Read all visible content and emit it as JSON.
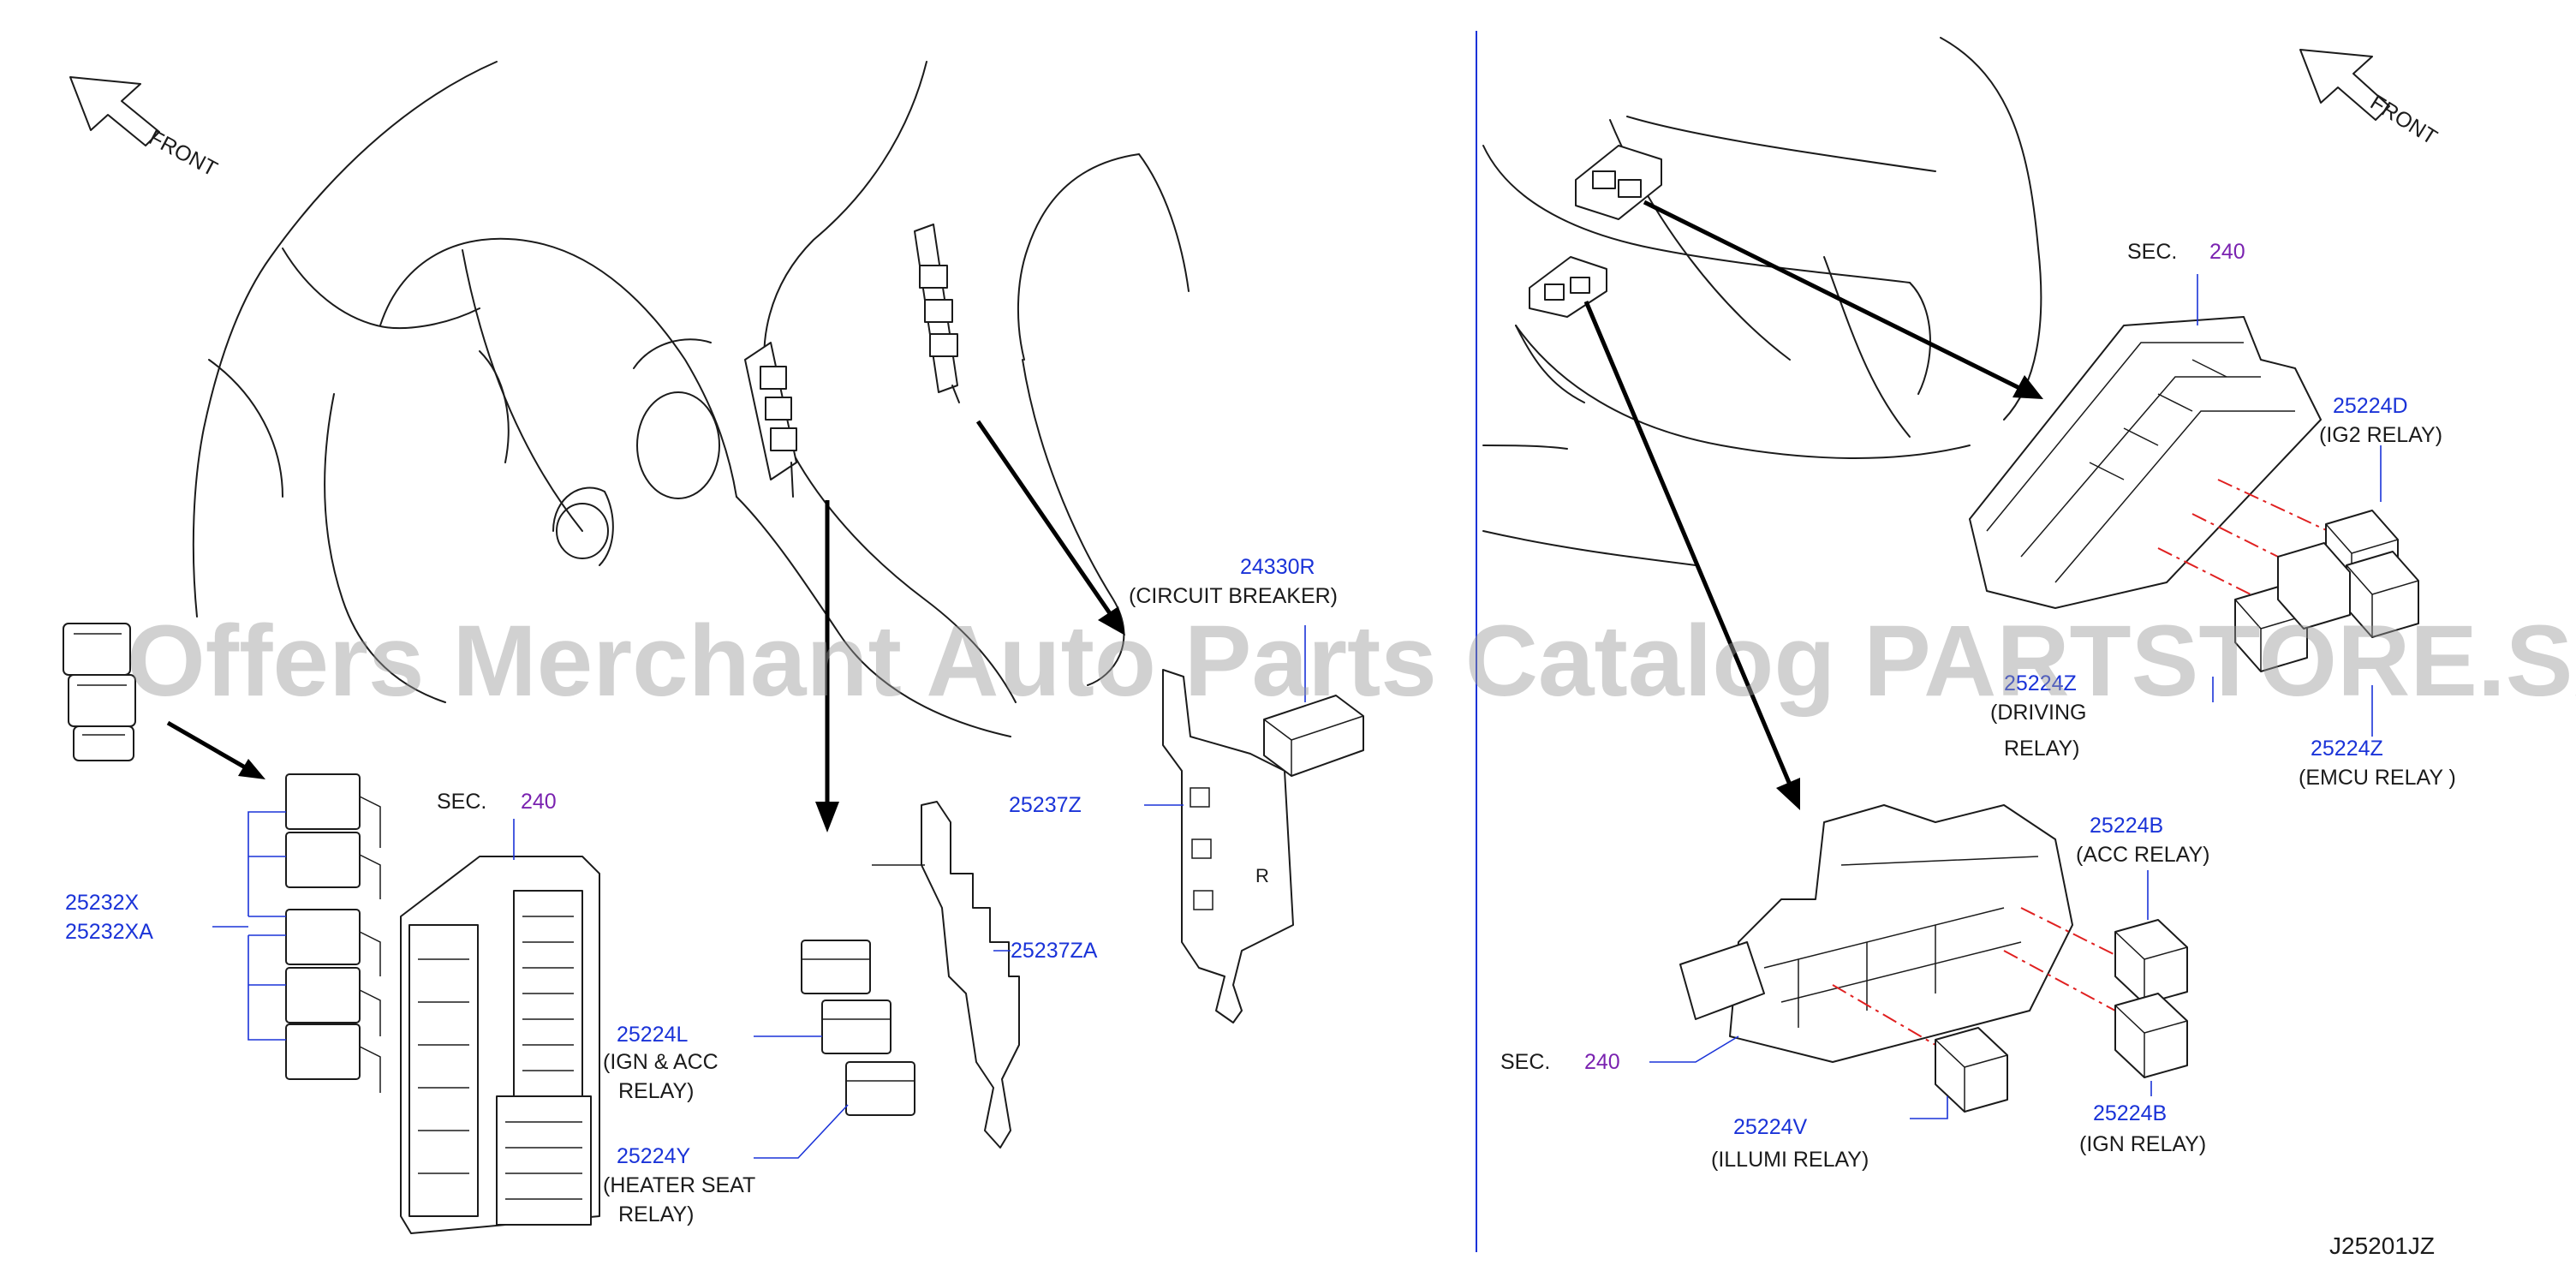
{
  "watermark": "Offers Merchant Auto Parts Catalog PARTSTORE.SA",
  "diagram_id": "J25201JZ",
  "front_label": "FRONT",
  "colors": {
    "part_number": "#1a33d8",
    "section_ref": "#7a22b0",
    "dash_line": "#e02020"
  },
  "left": {
    "sec_label": "SEC.",
    "sec_num": "240",
    "parts": {
      "p25232x": "25232X",
      "p25232xa": "25232XA",
      "p24330r": "24330R",
      "p24330r_desc": "(CIRCUIT   BREAKER)",
      "p25237z": "25237Z",
      "p25237za": "25237ZA",
      "p25224l": "25224L",
      "p25224l_desc1": "(IGN  &  ACC",
      "p25224l_desc2": "RELAY)",
      "p25224y": "25224Y",
      "p25224y_desc1": "(HEATER   SEAT",
      "p25224y_desc2": "RELAY)"
    }
  },
  "right": {
    "sec_top_label": "SEC.",
    "sec_top_num": "240",
    "sec_bottom_label": "SEC.",
    "sec_bottom_num": "240",
    "parts": {
      "p25224d": "25224D",
      "p25224d_desc": "(IG2   RELAY)",
      "p_driving_num": "25224Z",
      "p_driving_desc1": "(DRIVING",
      "p_driving_desc2": "RELAY)",
      "p25224z": "25224Z",
      "p25224z_desc": "(EMCU   RELAY   )",
      "p25224b_acc": "25224B",
      "p25224b_acc_desc": "(ACC   RELAY)",
      "p25224b_ign": "25224B",
      "p25224b_ign_desc": "(IGN   RELAY)",
      "p25224v": "25224V",
      "p25224v_desc": "(ILLUMI   RELAY)"
    }
  }
}
